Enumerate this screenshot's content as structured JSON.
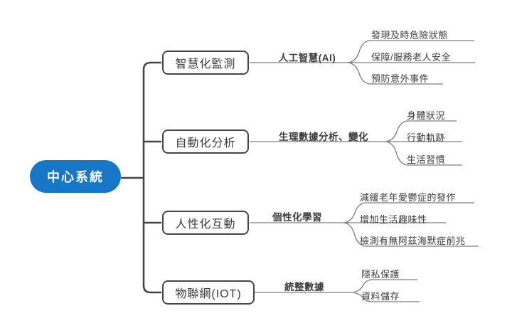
{
  "colors": {
    "root_fill": "#1577C5",
    "root_text": "#FFFFFF",
    "dark_line": "#464646",
    "gray_line": "#7D7D7D",
    "text": "#3B3B3B"
  },
  "root": {
    "label": "中心系統"
  },
  "branches": [
    {
      "label": "智慧化監測",
      "sublabel": "人工智慧(AI)",
      "children": [
        "發現及時危險狀態",
        "保障/服務老人安全",
        "預防意外事件"
      ]
    },
    {
      "label": "自動化分析",
      "sublabel": "生理數據分析、變化",
      "children": [
        "身體狀況",
        "行動軌跡",
        "生活習慣"
      ]
    },
    {
      "label": "人性化互動",
      "sublabel": "個性化學習",
      "children": [
        "減緩老年愛鬱症的發作",
        "增加生活趣味性",
        "檢測有無阿茲海默症前兆"
      ]
    },
    {
      "label": "物聯網(IOT)",
      "sublabel": "統整數據",
      "children": [
        "隱私保護",
        "資料儲存"
      ]
    }
  ]
}
